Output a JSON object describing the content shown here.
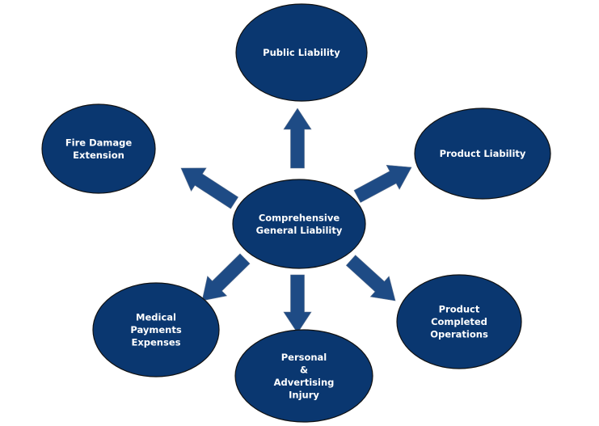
{
  "diagram": {
    "type": "hub-and-spoke",
    "colors": {
      "node_fill": "#0a3770",
      "node_stroke": "#111111",
      "arrow_fill": "#1e4b85",
      "text": "#ffffff",
      "background": "#ffffff"
    },
    "center": {
      "id": "comprehensive-general-liability",
      "lines": [
        "Comprehensive",
        "General Liability"
      ]
    },
    "nodes": [
      {
        "id": "public-liability",
        "direction": "up",
        "lines": [
          "Public Liability"
        ]
      },
      {
        "id": "product-liability",
        "direction": "upper-right",
        "lines": [
          "Product Liability"
        ]
      },
      {
        "id": "product-completed-operations",
        "direction": "lower-right",
        "lines": [
          "Product",
          "Completed",
          "Operations"
        ]
      },
      {
        "id": "personal-advertising-injury",
        "direction": "down",
        "lines": [
          "Personal",
          "&",
          "Advertising",
          "Injury"
        ]
      },
      {
        "id": "medical-payments-expenses",
        "direction": "lower-left",
        "lines": [
          "Medical",
          "Payments",
          "Expenses"
        ]
      },
      {
        "id": "fire-damage-extension",
        "direction": "upper-left",
        "lines": [
          "Fire Damage",
          "Extension"
        ]
      }
    ],
    "edges": [
      {
        "from": "comprehensive-general-liability",
        "to": "public-liability"
      },
      {
        "from": "comprehensive-general-liability",
        "to": "product-liability"
      },
      {
        "from": "comprehensive-general-liability",
        "to": "product-completed-operations"
      },
      {
        "from": "comprehensive-general-liability",
        "to": "personal-advertising-injury"
      },
      {
        "from": "comprehensive-general-liability",
        "to": "medical-payments-expenses"
      },
      {
        "from": "comprehensive-general-liability",
        "to": "fire-damage-extension"
      }
    ]
  }
}
